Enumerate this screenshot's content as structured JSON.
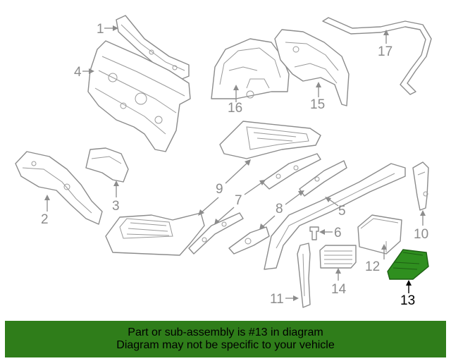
{
  "callouts": {
    "c1": "1",
    "c2": "2",
    "c3": "3",
    "c4": "4",
    "c5": "5",
    "c6": "6",
    "c7": "7",
    "c8": "8",
    "c9": "9",
    "c10": "10",
    "c11": "11",
    "c12": "12",
    "c13": "13",
    "c14": "14",
    "c15": "15",
    "c16": "16",
    "c17": "17"
  },
  "highlighted_part": "13",
  "banner": {
    "line1": "Part or sub-assembly is #13 in diagram",
    "line2": "Diagram may not be specific to your vehicle"
  },
  "colors": {
    "banner_bg": "#2f7d1a",
    "highlight_part": "#2f8f1f",
    "line_art": "#8c8c8c"
  }
}
